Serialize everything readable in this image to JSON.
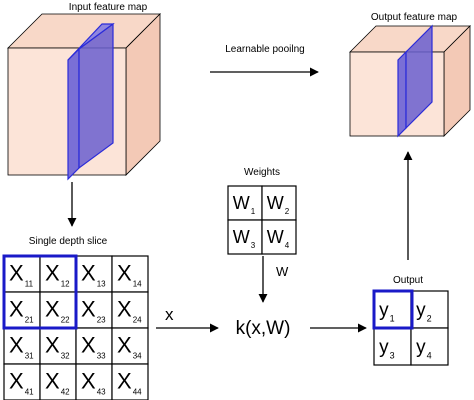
{
  "labels": {
    "input_feature_map": "Input feature map",
    "output_feature_map": "Output feature map",
    "learnable_pooling": "Learnable pooilng",
    "single_depth_slice": "Single depth slice",
    "weights": "Weights",
    "output": "Output",
    "x_arrow": "x",
    "w_arrow": "W",
    "kernel": "k(x,W)"
  },
  "input_grid": {
    "base": "X",
    "subs": [
      [
        "11",
        "12",
        "13",
        "14"
      ],
      [
        "21",
        "22",
        "23",
        "24"
      ],
      [
        "31",
        "32",
        "33",
        "34"
      ],
      [
        "41",
        "42",
        "43",
        "44"
      ]
    ]
  },
  "weights_grid": {
    "base": "W",
    "subs": [
      [
        "1",
        "2"
      ],
      [
        "3",
        "4"
      ]
    ]
  },
  "output_grid": {
    "base": "y",
    "subs": [
      [
        "1",
        "2"
      ],
      [
        "3",
        "4"
      ]
    ]
  },
  "colors": {
    "block_front": "#fce4d8",
    "block_side": "#f3c9b6",
    "block_top": "#f8d8c8",
    "slice": "#7a6fd6",
    "slice_edge": "#2b2bd9",
    "highlight": "#1a1ac8"
  }
}
